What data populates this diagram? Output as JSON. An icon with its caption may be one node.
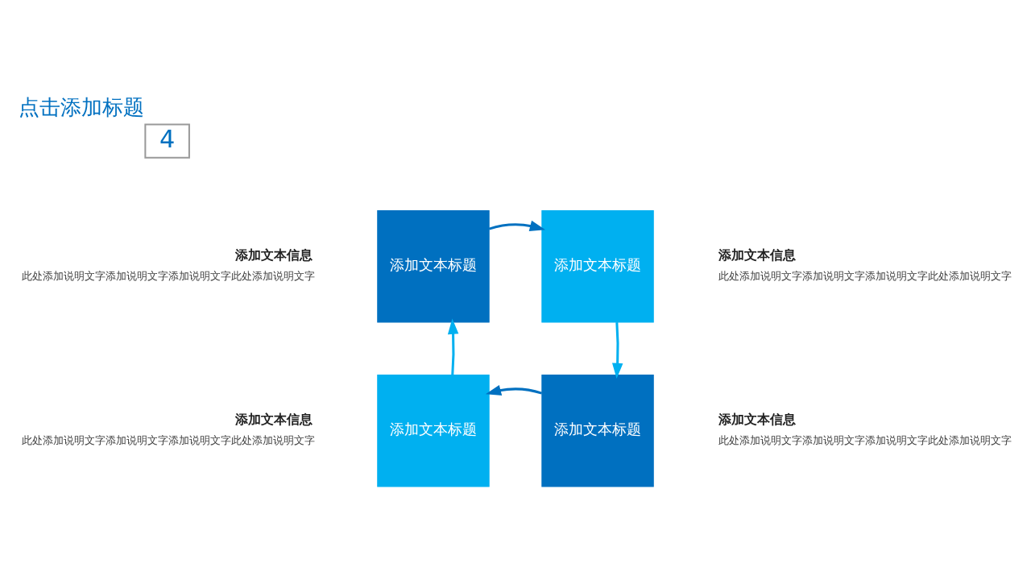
{
  "diagram": {
    "title": "点击添加标题",
    "nodes": [
      {
        "text": [
          "添加文本标题"
        ],
        "beside": [
          "添加文本信息",
          "此处添加说明文字添加说明文字添加说明文字此处添加说明文字"
        ]
      },
      {
        "text": [
          "添加文本标题"
        ],
        "beside": [
          "添加文本信息",
          "此处添加说明文字添加说明文字添加说明文字此处添加说明文字"
        ]
      },
      {
        "text": [
          "添加文本标题"
        ],
        "beside": [
          "添加文本信息",
          "此处添加说明文字添加说明文字添加说明文字此处添加说明文字"
        ]
      },
      {
        "text": [
          "添加文本标题"
        ],
        "beside": [
          "添加文本信息",
          "此处添加说明文字添加说明文字添加说明文字此处添加说明文字"
        ]
      }
    ],
    "edges": [
      {
        "from": 0,
        "to": 1,
        "arrow": "to",
        "color": "#0070c0"
      },
      {
        "from": 1,
        "to": 3,
        "arrow": "to",
        "color": "#00b0f0"
      },
      {
        "from": 3,
        "to": 2,
        "arrow": "to",
        "color": "#0070c0"
      },
      {
        "from": 2,
        "to": 0,
        "arrow": "to",
        "color": "#00b0f0"
      }
    ],
    "labels": [
      "4"
    ]
  }
}
